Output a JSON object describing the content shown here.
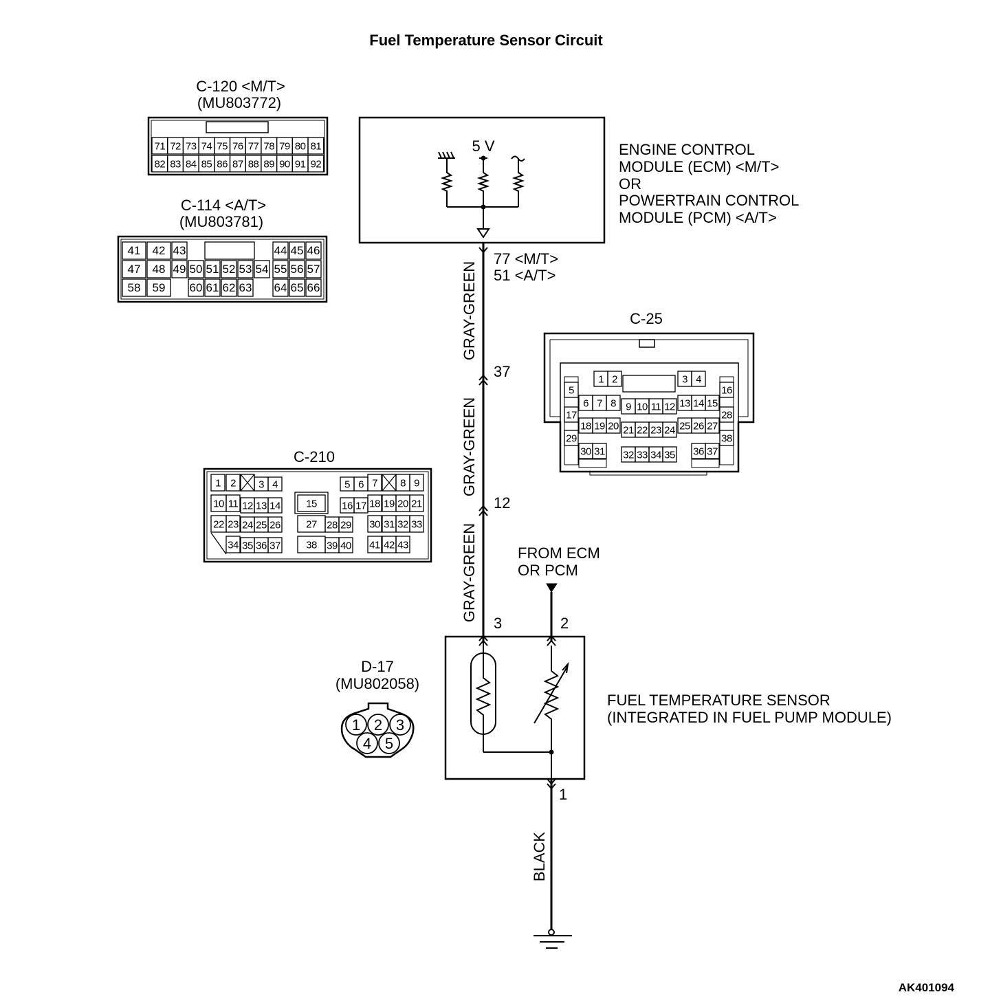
{
  "title": "Fuel Temperature Sensor Circuit",
  "figure_code": "AK401094",
  "ecm": {
    "voltage": "5 V",
    "label_lines": [
      "ENGINE CONTROL",
      "MODULE (ECM) <M/T>",
      "OR",
      "POWERTRAIN CONTROL",
      "MODULE (PCM) <A/T>"
    ],
    "terminal_mt": "77 <M/T>",
    "terminal_at": "51 <A/T>"
  },
  "sensor": {
    "label_lines": [
      "FUEL TEMPERATURE SENSOR",
      "(INTEGRATED IN FUEL PUMP MODULE)"
    ],
    "terminal_left": "3",
    "terminal_right": "2",
    "terminal_ground": "1"
  },
  "from_ecm": [
    "FROM ECM",
    "OR PCM"
  ],
  "junctions": [
    "37",
    "12"
  ],
  "wires": {
    "seg1": "GRAY-GREEN",
    "seg2": "GRAY-GREEN",
    "seg3": "GRAY-GREEN",
    "ground": "BLACK"
  },
  "connectors": {
    "c120": {
      "name": "C-120 <M/T>",
      "part": "(MU803772)",
      "rows": [
        [
          "71",
          "72",
          "73",
          "74",
          "75",
          "76",
          "77",
          "78",
          "79",
          "80",
          "81"
        ],
        [
          "82",
          "83",
          "84",
          "85",
          "86",
          "87",
          "88",
          "89",
          "90",
          "91",
          "92"
        ]
      ]
    },
    "c114": {
      "name": "C-114 <A/T>",
      "part": "(MU803781)",
      "rows": [
        [
          "41",
          "42",
          "43",
          "44",
          "45",
          "46"
        ],
        [
          "47",
          "48",
          "49",
          "50",
          "51",
          "52",
          "53",
          "54",
          "55",
          "56",
          "57"
        ],
        [
          "58",
          "59",
          "60",
          "61",
          "62",
          "63",
          "64",
          "65",
          "66"
        ]
      ]
    },
    "c25": {
      "name": "C-25",
      "pins": [
        "1",
        "2",
        "3",
        "4",
        "5",
        "6",
        "7",
        "8",
        "9",
        "10",
        "11",
        "12",
        "13",
        "14",
        "15",
        "16",
        "17",
        "18",
        "19",
        "20",
        "21",
        "22",
        "23",
        "24",
        "25",
        "26",
        "27",
        "28",
        "29",
        "30",
        "31",
        "32",
        "33",
        "34",
        "35",
        "36",
        "37",
        "38"
      ]
    },
    "c210": {
      "name": "C-210",
      "pins": [
        "1",
        "2",
        "3",
        "4",
        "5",
        "6",
        "7",
        "8",
        "9",
        "10",
        "11",
        "12",
        "13",
        "14",
        "15",
        "16",
        "17",
        "18",
        "19",
        "20",
        "21",
        "22",
        "23",
        "24",
        "25",
        "26",
        "27",
        "28",
        "29",
        "30",
        "31",
        "32",
        "33",
        "34",
        "35",
        "36",
        "37",
        "38",
        "39",
        "40",
        "41",
        "42",
        "43"
      ]
    },
    "d17": {
      "name": "D-17",
      "part": "(MU802058)",
      "pins": [
        "1",
        "2",
        "3",
        "4",
        "5"
      ]
    }
  }
}
